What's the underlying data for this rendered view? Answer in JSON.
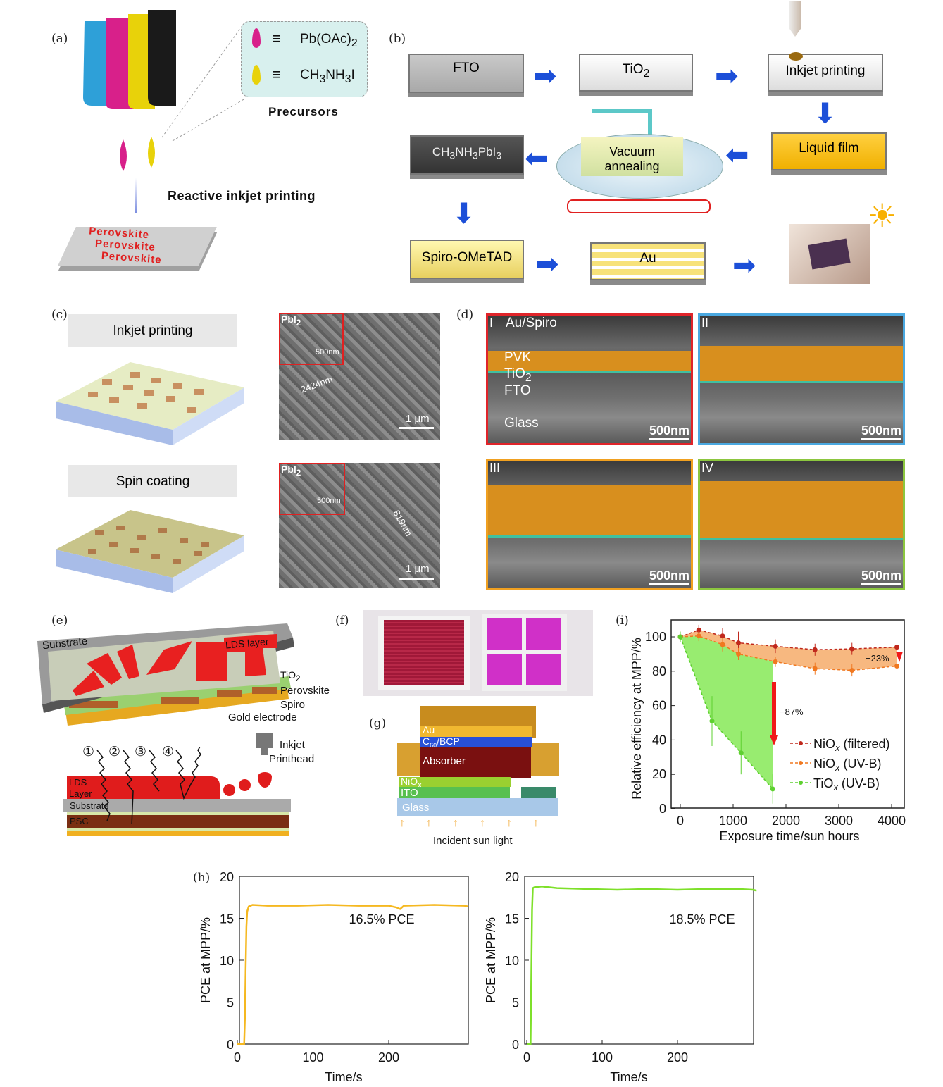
{
  "panels": {
    "a": "(a)",
    "b": "(b)",
    "c": "(c)",
    "d": "(d)",
    "e": "(e)",
    "f": "(f)",
    "g": "(g)",
    "h": "(h)",
    "i": "(i)"
  },
  "a": {
    "prec1": "Pb(OAc)",
    "prec1_sub": "2",
    "prec2": "CH",
    "prec2_sub": "3",
    "prec2_rest": "NH",
    "prec2_sub2": "3",
    "prec2_end": "I",
    "precursors": "Precursors",
    "reactive": "Reactive inkjet printing",
    "perov": [
      "Perovskite",
      "Perovskite",
      "Perovskite"
    ]
  },
  "b": {
    "fto": "FTO",
    "tio2": "TiO",
    "tio2_sub": "2",
    "inkjet": "Inkjet printing",
    "liquid": "Liquid film",
    "vacuum": "Vacuum annealing",
    "mapbi": "CH",
    "mapbi_s1": "3",
    "mapbi_m": "NH",
    "mapbi_s2": "3",
    "mapbi_e": "PbI",
    "mapbi_s3": "3",
    "spiro": "Spiro-OMeTAD",
    "au": "Au"
  },
  "c": {
    "inkjet": "Inkjet printing",
    "spin": "Spin coating",
    "pbi2": "PbI",
    "pbi2_sub": "2",
    "scale_inset": "500nm",
    "scale_main": "1 μm",
    "grain1": "2424nm",
    "grain2": "819nm"
  },
  "d": {
    "quads": [
      "I",
      "II",
      "III",
      "IV"
    ],
    "labels": [
      "Au/Spiro",
      "PVK",
      "TiO",
      "FTO",
      "Glass"
    ],
    "tio_sub": "2",
    "scale": "500nm",
    "colors": [
      "#e0242a",
      "#4aa8e0",
      "#f0a020",
      "#8cc63f"
    ]
  },
  "e": {
    "substrate": "Substrate",
    "lds": "LDS layer",
    "tio2": "TiO",
    "tio2_sub": "2",
    "perovskite": "Perovskite",
    "spiro": "Spiro",
    "gold": "Gold electrode",
    "inkjet": "Inkjet",
    "printhead": "Printhead",
    "lds_layer1": "LDS",
    "lds_layer2": "Layer",
    "substrate2": "Substrate",
    "psc": "PSC",
    "nums": [
      "①",
      "②",
      "③",
      "④"
    ]
  },
  "g": {
    "au": "Au",
    "c60": "C",
    "c60_sub": "60",
    "c60_rest": "/BCP",
    "absorber": "Absorber",
    "niox": "NiO",
    "niox_sub": "x",
    "ito": "ITO",
    "glass": "Glass",
    "incident": "Incident sun light"
  },
  "chart_data": [
    {
      "type": "line",
      "panel": "i",
      "title": "",
      "xlabel": "Exposure time/sun hours",
      "ylabel": "Relative efficiency at MPP/%",
      "xlim": [
        -100,
        4200
      ],
      "ylim": [
        0,
        110
      ],
      "xticks": [
        0,
        1000,
        2000,
        3000,
        4000
      ],
      "yticks": [
        0,
        20,
        40,
        60,
        80,
        100
      ],
      "legend_placement": "center-right",
      "series": [
        {
          "name": "NiOx (filtered)",
          "label": "NiO",
          "sub": "x",
          "rest": " (filtered)",
          "color": "#c0281c",
          "x": [
            0,
            350,
            800,
            1100,
            1800,
            2550,
            3250,
            4100
          ],
          "y": [
            100,
            104,
            100.5,
            96.5,
            94.5,
            92.5,
            93,
            94
          ],
          "err": [
            3,
            3,
            4.5,
            6.5,
            4,
            3.5,
            3.5,
            5
          ]
        },
        {
          "name": "NiOx (UV-B)",
          "label": "NiO",
          "sub": "x",
          "rest": " (UV-B)",
          "color": "#f07820",
          "x": [
            0,
            350,
            800,
            1100,
            1800,
            2550,
            3250,
            4100
          ],
          "y": [
            100,
            100.5,
            95.5,
            90,
            85.5,
            81.5,
            80.5,
            83
          ],
          "err": [
            3,
            3,
            4,
            3.5,
            3,
            3.5,
            3.5,
            6
          ]
        },
        {
          "name": "TiOx (UV-B)",
          "label": "TiO",
          "sub": "x",
          "rest": " (UV-B)",
          "color": "#5ed030",
          "x": [
            0,
            600,
            1150,
            1750
          ],
          "y": [
            100,
            51,
            32.5,
            11.5
          ],
          "err": [
            3,
            14.5,
            12.5,
            8.5
          ]
        }
      ],
      "annotations": [
        "−87%",
        "−23%"
      ]
    },
    {
      "type": "line",
      "panel": "h-left",
      "xlabel": "Time/s",
      "ylabel": "PCE at MPP/%",
      "xlim": [
        0,
        305
      ],
      "ylim": [
        0,
        20
      ],
      "xticks": [
        0,
        100,
        200
      ],
      "yticks": [
        0,
        5,
        10,
        15,
        20
      ],
      "annotation": "16.5% PCE",
      "color": "#f5b820",
      "x": [
        0,
        9,
        10,
        11,
        12,
        13,
        15,
        20,
        40,
        80,
        120,
        160,
        200,
        210,
        215,
        220,
        260,
        300,
        305
      ],
      "y": [
        0,
        0,
        3,
        9,
        14,
        15.8,
        16.4,
        16.6,
        16.5,
        16.5,
        16.6,
        16.5,
        16.5,
        16.3,
        16.1,
        16.5,
        16.6,
        16.5,
        16.4
      ]
    },
    {
      "type": "line",
      "panel": "h-right",
      "xlabel": "Time/s",
      "ylabel": "PCE at MPP/%",
      "xlim": [
        0,
        305
      ],
      "ylim": [
        0,
        20
      ],
      "xticks": [
        0,
        100,
        200
      ],
      "yticks": [
        0,
        5,
        10,
        15,
        20
      ],
      "annotation": "18.5% PCE",
      "color": "#7ee02a",
      "x": [
        0,
        5,
        6,
        7,
        8,
        10,
        20,
        40,
        80,
        120,
        160,
        200,
        240,
        280,
        300,
        305
      ],
      "y": [
        0,
        0,
        8,
        16,
        18.6,
        18.7,
        18.8,
        18.6,
        18.5,
        18.4,
        18.5,
        18.4,
        18.5,
        18.5,
        18.4,
        18.3
      ]
    }
  ]
}
